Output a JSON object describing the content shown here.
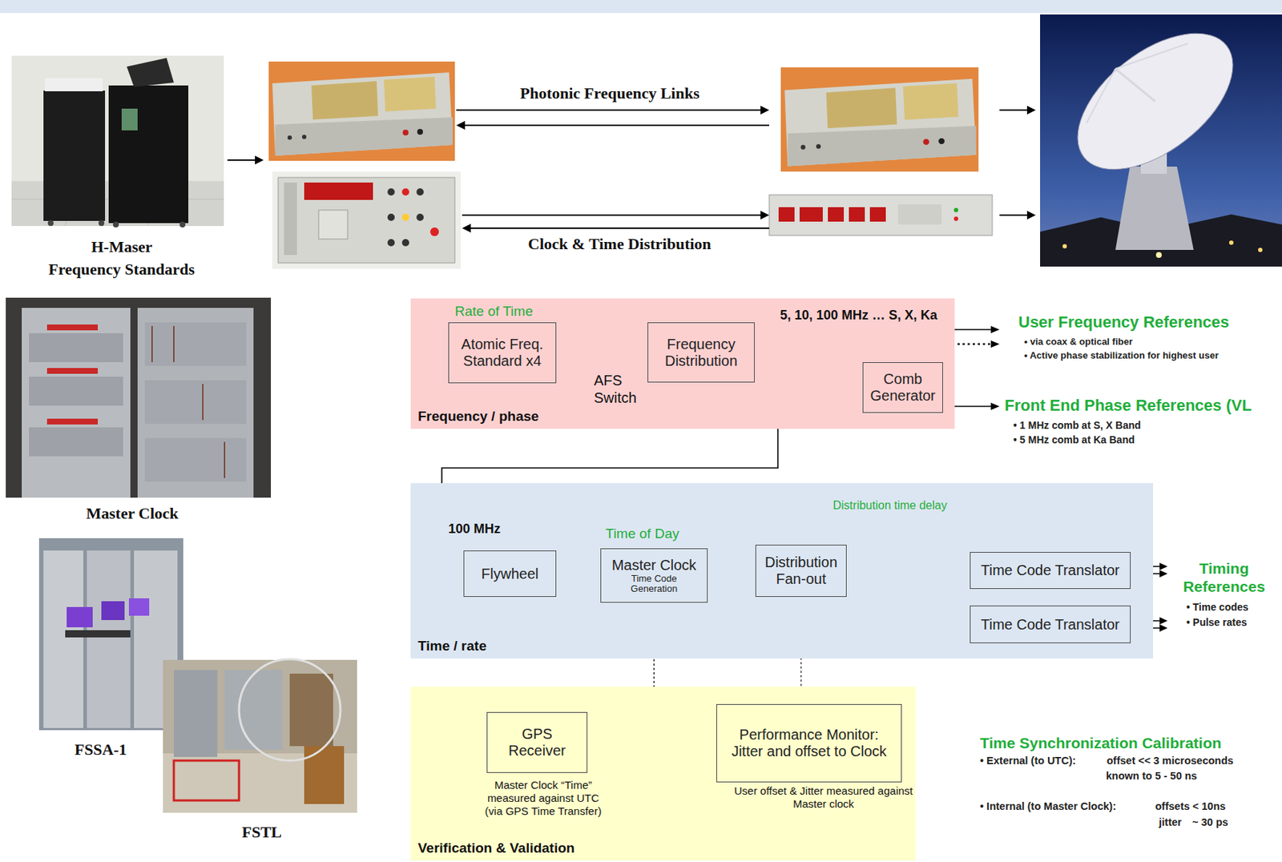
{
  "diagram": {
    "nodes": [
      {
        "text": [
          "Frequency / phase"
        ]
      },
      {
        "text": [
          "Rate of Time",
          "Atomic Freq. Standard x4"
        ],
        "in": 0
      },
      {
        "text": [
          "Frequency Distribution"
        ],
        "in": 0
      },
      {
        "text": [
          "Comb Generator"
        ],
        "in": 0
      },
      {
        "text": [
          "Time / rate"
        ]
      },
      {
        "text": [
          "Flywheel"
        ],
        "in": 4
      },
      {
        "text": [
          "Master Clock",
          "Time Code Generation"
        ],
        "in": 4
      },
      {
        "text": [
          "Distribution Fan-out"
        ],
        "in": 4
      },
      {
        "text": [
          "Time Code Translator"
        ],
        "in": 4
      },
      {
        "text": [
          "Time Code Translator"
        ],
        "in": 4
      },
      {
        "text": [
          "Verification & Validation"
        ]
      },
      {
        "text": [
          "GPS Receiver"
        ],
        "in": 10
      },
      {
        "text": [
          "Performance Monitor: Jitter and offset to Clock"
        ],
        "in": 10
      }
    ],
    "edges": [
      {
        "from": 2,
        "to": 1,
        "arrow": "to"
      },
      {
        "from": 2,
        "to": 3,
        "arrow": "to"
      },
      {
        "from": 2,
        "to": 5,
        "label": "100 MHz",
        "arrow": "to"
      },
      {
        "from": 5,
        "to": 6,
        "arrow": "to"
      },
      {
        "from": 6,
        "to": 7,
        "arrow": "to"
      },
      {
        "from": 7,
        "to": 8,
        "arrow": "to"
      },
      {
        "from": 7,
        "to": 9,
        "arrow": "to"
      },
      {
        "from": 8,
        "to": 7,
        "arrow": "to"
      },
      {
        "from": 9,
        "to": 7,
        "arrow": "to"
      },
      {
        "from": 6,
        "to": 11,
        "arrow": "to"
      },
      {
        "from": 6,
        "to": 12,
        "arrow": "to"
      },
      {
        "from": 7,
        "to": 12,
        "arrow": "to"
      }
    ],
    "labels": [
      "H-Maser",
      "Frequency Standards",
      "Photonic Frequency Links",
      "Clock & Time Distribution",
      "Master Clock",
      "FSSA-1",
      "FSTL",
      "AFS Switch",
      "5, 10, 100 MHz … S, X, Ka",
      "User Frequency References",
      "• via coax & optical fiber",
      "• Active phase stabilization for highest user",
      "Front End Phase References (VL",
      "• 1 MHz comb at S, X Band",
      "• 5 MHz comb at Ka Band",
      "Time of Day",
      "Distribution time delay",
      "Timing References",
      "• Time codes",
      "• Pulse rates",
      "Master Clock “Time” measured against UTC (via GPS Time Transfer)",
      "User offset & Jitter measured against Master clock",
      "Time Synchronization Calibration",
      "• External (to UTC):",
      "offset << 3 microseconds",
      "known to 5 - 50 ns",
      "• Internal (to Master Clock):",
      "offsets < 10ns",
      "jitter",
      "~ 30 ps"
    ]
  }
}
